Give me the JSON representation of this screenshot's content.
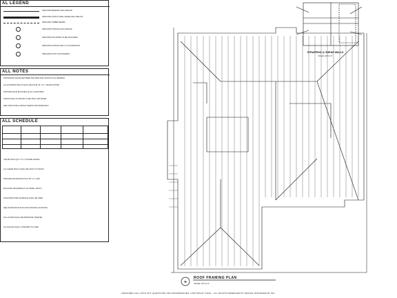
{
  "legend": {
    "title": "AL LEGEND",
    "rows": [
      "INDICATES BEARING WALL BELOW",
      "INDICATES STRUCTURAL SHEAR WALL BELOW",
      "INDICATES TIMBER BEAMS",
      "INDICATES STRONG HOLD DEVICE",
      "INDICATES HOLDOWN TO BE ANCHORED",
      "INDICATES STRONG WALL TO FOUNDATION",
      "INDICATES POST FOR FRAMING"
    ]
  },
  "notes": {
    "title": "ALL NOTES",
    "items": [
      "PROVIDE BLOCKING BETWEEN RAFTERS AND JOISTS AT ALL BEARING",
      "ALL EXTERIOR WALLS SHALL BE 2X6 @ 16\" O.C. UNLESS NOTED",
      "PROVIDE SOLID BLOCKING @ ALL HOLDOWNS",
      "STRUCTURAL PLYWOOD TO BE 15/32\" APA RATED",
      "SEE STRUCTURAL DETAIL SHEETS FOR MORE INFO"
    ]
  },
  "schedule": {
    "title": "ALL SCHEDULE",
    "lines": [
      "USE 8D NAILS @ 6\" O.C. AT PANEL EDGES",
      "ALL SHEAR WALLS SHALL BE 15/32\" PLYWOOD",
      "PROVIDE ANCHOR BOLTS AT 48\" O.C. MAX",
      "BLOCKING REQUIRED AT ALL PANEL JOINTS",
      "HOLDOWNS PER SCHEDULE SHALL BE USED",
      "SEE FOUNDATION PLAN FOR ANCHOR LOCATIONS",
      "SILL PLATES SHALL BE PRESSURE TREATED",
      "ALL NAILING SHALL CONFORM TO CODE"
    ]
  },
  "detail": {
    "label": "STRAPPING @ SHEAR WALLS",
    "sublabel": "SCALE: 3/4\"=1'-0\""
  },
  "plan": {
    "title": "ROOF FRAMING PLAN",
    "scale": "SCALE: 1/4\"=1'-0\"",
    "north": "N"
  },
  "footer": "DESIGNER CALL WITH ANY QUESTIONS OR DISCREPANCIES. COPYRIGHT ©2021 - ALL RIGHTS RESERVED BY DESIGN PARTNERSHIP INC."
}
